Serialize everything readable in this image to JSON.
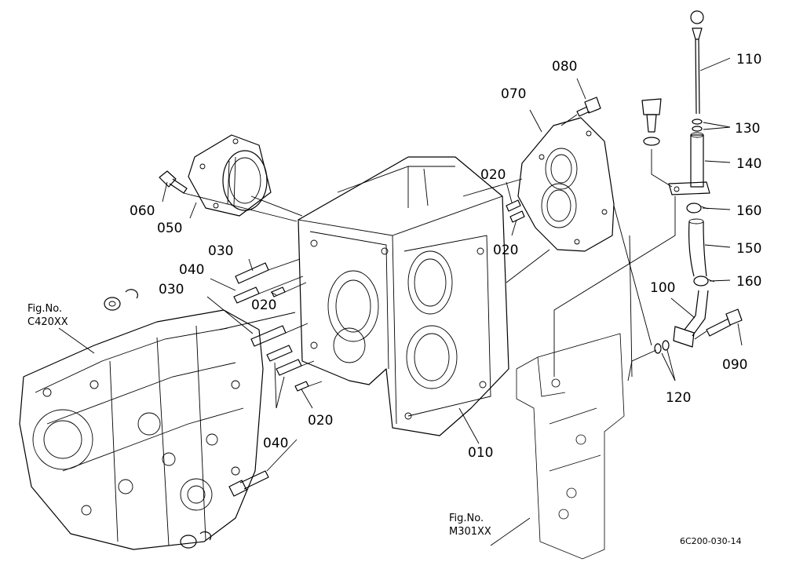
{
  "diagram": {
    "code": "6C200-030-14",
    "references": [
      {
        "id": "ref-c420",
        "line1": "Fig.No.",
        "line2": "C420XX"
      },
      {
        "id": "ref-m301",
        "line1": "Fig.No.",
        "line2": "M301XX"
      }
    ],
    "labels": [
      {
        "id": "010",
        "text": "010"
      },
      {
        "id": "020a",
        "text": "020"
      },
      {
        "id": "020b",
        "text": "020"
      },
      {
        "id": "020c",
        "text": "020"
      },
      {
        "id": "020d",
        "text": "020"
      },
      {
        "id": "030a",
        "text": "030"
      },
      {
        "id": "030b",
        "text": "030"
      },
      {
        "id": "040a",
        "text": "040"
      },
      {
        "id": "040b",
        "text": "040"
      },
      {
        "id": "050",
        "text": "050"
      },
      {
        "id": "060",
        "text": "060"
      },
      {
        "id": "070",
        "text": "070"
      },
      {
        "id": "080",
        "text": "080"
      },
      {
        "id": "090",
        "text": "090"
      },
      {
        "id": "100",
        "text": "100"
      },
      {
        "id": "110",
        "text": "110"
      },
      {
        "id": "120",
        "text": "120"
      },
      {
        "id": "130",
        "text": "130"
      },
      {
        "id": "140",
        "text": "140"
      },
      {
        "id": "150",
        "text": "150"
      },
      {
        "id": "160a",
        "text": "160"
      },
      {
        "id": "160b",
        "text": "160"
      }
    ]
  }
}
